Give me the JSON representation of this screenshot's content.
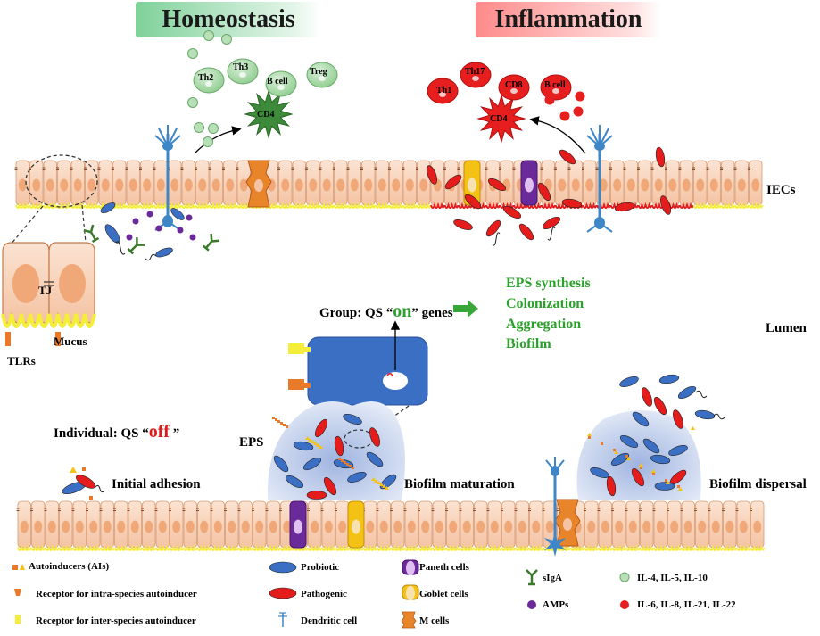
{
  "titles": {
    "homeostasis": "Homeostasis",
    "inflammation": "Inflammation"
  },
  "cells_home": [
    "Th2",
    "Th3",
    "B cell",
    "Treg",
    "CD4"
  ],
  "cells_infl": [
    "Th17",
    "Th1",
    "CD8",
    "B cell",
    "CD4"
  ],
  "labels": {
    "iecs": "IECs",
    "lumen": "Lumen",
    "tj": "TJ",
    "mucus": "Mucus",
    "tlrs": "TLRs",
    "eps": "EPS",
    "initial_adhesion": "Initial adhesion",
    "biofilm_maturation": "Biofilm maturation",
    "biofilm_dispersal": "Biofilm dispersal"
  },
  "qs": {
    "group_prefix": "Group: QS “",
    "group_on": "on",
    "group_suffix": "” genes",
    "individual_prefix": "Individual: QS “",
    "individual_off": "off",
    "individual_suffix": " ”"
  },
  "outcomes": [
    "EPS synthesis",
    "Colonization",
    "Aggregation",
    "Biofilm"
  ],
  "legend": {
    "col1": [
      "Autoinducers (AIs)",
      "Receptor for intra-species autoinducer",
      "Receptor for inter-species autoinducer"
    ],
    "col2": [
      "Probiotic",
      "Pathogenic",
      "Dendritic cell"
    ],
    "col3": [
      "Paneth cells",
      "Goblet cells",
      "M cells"
    ],
    "col4": [
      "sIgA",
      "AMPs"
    ],
    "col5": [
      "IL-4, IL-5, IL-10",
      "IL-6, IL-8, IL-21, IL-22"
    ]
  },
  "colors": {
    "probiotic": "#3a6fc4",
    "pathogenic": "#e51c1c",
    "cell_fill": "#f7cdb0",
    "nucleus": "#f0a878",
    "mucus": "#f4ee3a",
    "green_cells": "#a8d8a8",
    "red_cells": "#e61e1e",
    "biofilm": "#b8c8e8",
    "arrow_green": "#3aa63a"
  }
}
